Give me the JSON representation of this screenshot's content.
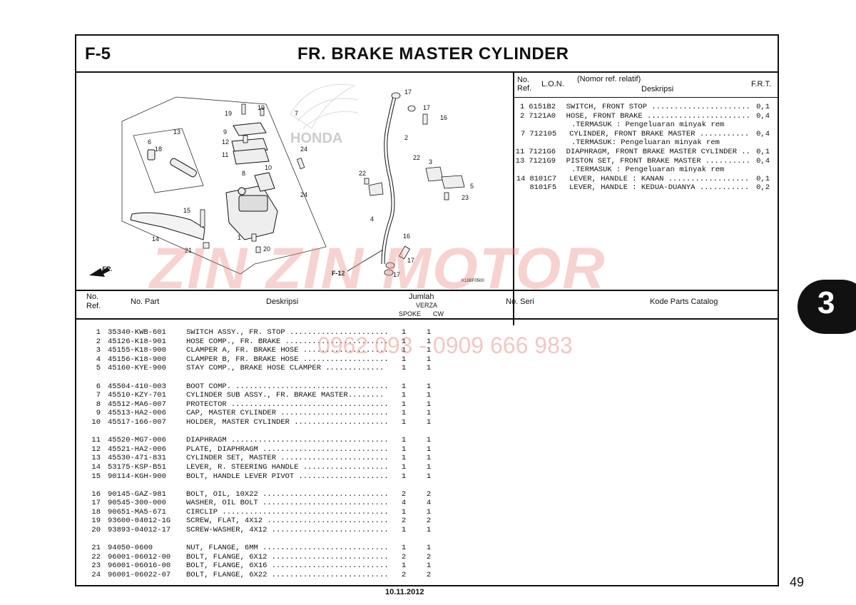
{
  "header": {
    "section_code": "F-5",
    "title": "FR. BRAKE MASTER CYLINDER"
  },
  "lon_table": {
    "headers": {
      "no": "No.",
      "ref": "Ref.",
      "lon": "L.O.N.",
      "nomor": "(Nomor ref. relatif)",
      "deskripsi": "Deskripsi",
      "frt": "F.R.T."
    },
    "rows": [
      {
        "ref": "1",
        "lon": "6151B2",
        "desc": "SWITCH, FRONT STOP ......................",
        "frt": "0,1"
      },
      {
        "ref": "2",
        "lon": "7121A0",
        "desc": "HOSE, FRONT BRAKE .......................",
        "frt": "0,4"
      },
      {
        "ref": "",
        "lon": "",
        "desc": ".TERMASUK : Pengeluaran minyak rem",
        "frt": ""
      },
      {
        "ref": "7",
        "lon": "712105",
        "desc": "CYLINDER, FRONT BRAKE MASTER ...........",
        "frt": "0,4"
      },
      {
        "ref": "",
        "lon": "",
        "desc": ".TERMASUK: Pengeluaran minyak rem",
        "frt": ""
      },
      {
        "ref": "11",
        "lon": "7121G6",
        "desc": "DIAPHRAGM, FRONT BRAKE MASTER CYLINDER ..",
        "frt": "0,1"
      },
      {
        "ref": "13",
        "lon": "7121G9",
        "desc": "PISTON SET, FRONT BRAKE MASTER ..........",
        "frt": "0,4"
      },
      {
        "ref": "",
        "lon": "",
        "desc": ".TERMASUK : Pengeluaran minyak rem",
        "frt": ""
      },
      {
        "ref": "14",
        "lon": "8101C7",
        "desc": "LEVER, HANDLE : KANAN ..................",
        "frt": "0,1"
      },
      {
        "ref": "",
        "lon": "8101F5",
        "desc": "LEVER, HANDLE : KEDUA-DUANYA ...........",
        "frt": "0,2"
      }
    ]
  },
  "parts_table": {
    "headers": {
      "no": "No.",
      "ref": "Ref.",
      "part": "No. Part",
      "deskripsi": "Deskripsi",
      "jumlah": "Jumlah",
      "verza": "VERZA",
      "spoke": "SPOKE",
      "cw": "CW",
      "seri": "No. Seri",
      "catalog": "Kode Parts Catalog"
    },
    "groups": [
      [
        {
          "ref": "1",
          "part": "35340-KWB-601",
          "desc": "SWITCH ASSY., FR. STOP ......................",
          "spoke": "1",
          "cw": "1"
        },
        {
          "ref": "2",
          "part": "45126-K18-901",
          "desc": "HOSE COMP., FR. BRAKE .......................",
          "spoke": "1",
          "cw": "1"
        },
        {
          "ref": "3",
          "part": "45155-K18-900",
          "desc": "CLAMPER A, FR. BRAKE HOSE ...................",
          "spoke": "1",
          "cw": "1"
        },
        {
          "ref": "4",
          "part": "45156-K18-900",
          "desc": "CLAMPER B, FR. BRAKE HOSE ...................",
          "spoke": "1",
          "cw": "1"
        },
        {
          "ref": "5",
          "part": "45160-KYE-900",
          "desc": "STAY COMP., BRAKE HOSE CLAMPER .............",
          "spoke": "1",
          "cw": "1"
        }
      ],
      [
        {
          "ref": "6",
          "part": "45504-410-003",
          "desc": "BOOT COMP. ..................................",
          "spoke": "1",
          "cw": "1"
        },
        {
          "ref": "7",
          "part": "45510-KZY-701",
          "desc": "CYLINDER SUB ASSY., FR. BRAKE MASTER........",
          "spoke": "1",
          "cw": "1"
        },
        {
          "ref": "8",
          "part": "45512-MA6-007",
          "desc": "PROTECTOR ...................................",
          "spoke": "1",
          "cw": "1"
        },
        {
          "ref": "9",
          "part": "45513-HA2-006",
          "desc": "CAP, MASTER CYLINDER ........................",
          "spoke": "1",
          "cw": "1"
        },
        {
          "ref": "10",
          "part": "45517-166-007",
          "desc": "HOLDER, MASTER CYLINDER .....................",
          "spoke": "1",
          "cw": "1"
        }
      ],
      [
        {
          "ref": "11",
          "part": "45520-MG7-006",
          "desc": "DIAPHRAGM ...................................",
          "spoke": "1",
          "cw": "1"
        },
        {
          "ref": "12",
          "part": "45521-HA2-006",
          "desc": "PLATE, DIAPHRAGM ............................",
          "spoke": "1",
          "cw": "1"
        },
        {
          "ref": "13",
          "part": "45530-471-831",
          "desc": "CYLINDER SET, MASTER ........................",
          "spoke": "1",
          "cw": "1"
        },
        {
          "ref": "14",
          "part": "53175-KSP-B51",
          "desc": "LEVER, R. STEERING HANDLE ...................",
          "spoke": "1",
          "cw": "1"
        },
        {
          "ref": "15",
          "part": "90114-KGH-900",
          "desc": "BOLT, HANDLE LEVER PIVOT ....................",
          "spoke": "1",
          "cw": "1"
        }
      ],
      [
        {
          "ref": "16",
          "part": "90145-GAZ-981",
          "desc": "BOLT, OIL, 10X22 ............................",
          "spoke": "2",
          "cw": "2"
        },
        {
          "ref": "17",
          "part": "90545-300-000",
          "desc": "WASHER, OIL BOLT ............................",
          "spoke": "4",
          "cw": "4"
        },
        {
          "ref": "18",
          "part": "90651-MA5-671",
          "desc": "CIRCLIP .....................................",
          "spoke": "1",
          "cw": "1"
        },
        {
          "ref": "19",
          "part": "93600-04012-1G",
          "desc": "SCREW, FLAT, 4X12 ...........................",
          "spoke": "2",
          "cw": "2"
        },
        {
          "ref": "20",
          "part": "93893-04012-17",
          "desc": "SCREW-WASHER, 4X12 ..........................",
          "spoke": "1",
          "cw": "1"
        }
      ],
      [
        {
          "ref": "21",
          "part": "94050-0600",
          "desc": "NUT, FLANGE, 6MM ............................",
          "spoke": "1",
          "cw": "1"
        },
        {
          "ref": "22",
          "part": "96001-06012-00",
          "desc": "BOLT, FLANGE, 6X12 ..........................",
          "spoke": "2",
          "cw": "2"
        },
        {
          "ref": "23",
          "part": "96001-06016-00",
          "desc": "BOLT, FLANGE, 6X16 ..........................",
          "spoke": "1",
          "cw": "1"
        },
        {
          "ref": "24",
          "part": "96001-06022-07",
          "desc": "BOLT, FLANGE, 6X22 ..........................",
          "spoke": "2",
          "cw": "2"
        }
      ]
    ]
  },
  "diagram": {
    "callouts": [
      "19",
      "19",
      "7",
      "9",
      "12",
      "11",
      "13",
      "6",
      "18",
      "24",
      "8",
      "10",
      "24",
      "15",
      "14",
      "1",
      "21",
      "20",
      "17",
      "17",
      "16",
      "2",
      "22",
      "3",
      "22",
      "4",
      "5",
      "23",
      "16",
      "17",
      "17"
    ],
    "ref_label": "F-12",
    "fr_label": "FR.",
    "code": "K18BF0500",
    "brand_watermark": "HONDA"
  },
  "footer": {
    "date": "10.11.2012",
    "page": "49",
    "chapter_tab": "3"
  },
  "overlay": {
    "watermark": "ZIN ZIN MOTOR",
    "phone": "0962 093 - 0909 666 983"
  }
}
